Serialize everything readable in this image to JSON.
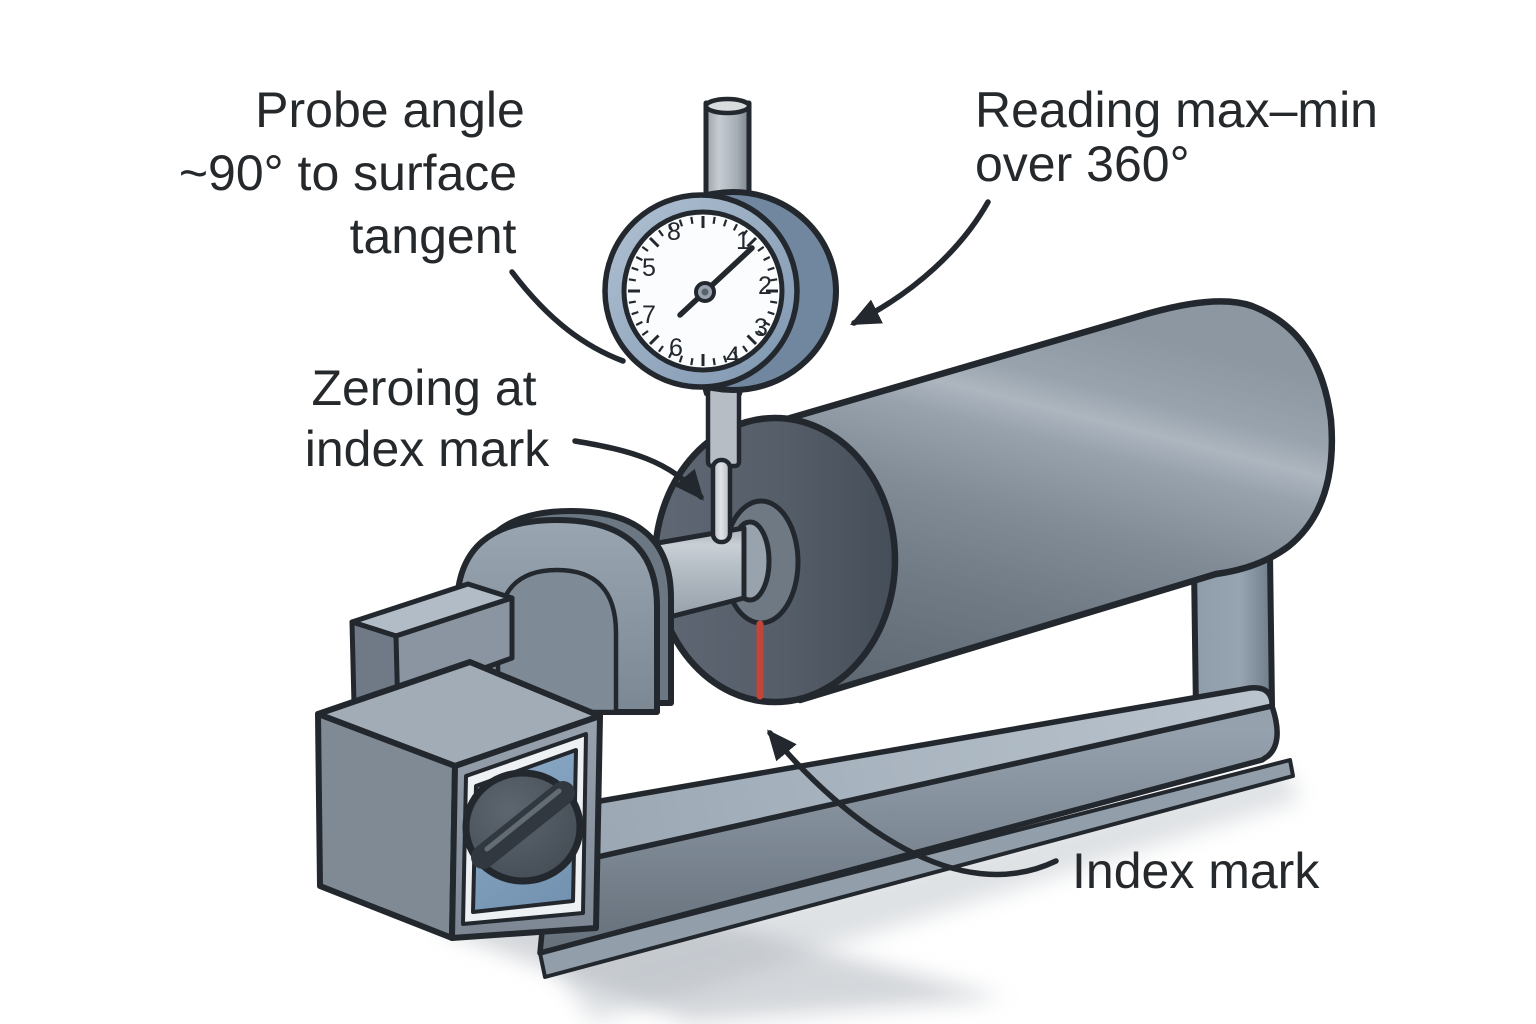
{
  "figure": {
    "type": "technical-illustration",
    "subject": "Dial indicator measuring runout of a roller on a stand with magnetic base"
  },
  "labels": {
    "probe_angle": {
      "lines": [
        "Probe angle",
        "~90° to surface",
        "tangent"
      ]
    },
    "reading": {
      "lines": [
        "Reading max–min",
        "over 360°"
      ]
    },
    "zeroing": {
      "lines": [
        "Zeroing at",
        "index mark"
      ]
    },
    "index_mark": {
      "lines": [
        "Index mark"
      ]
    }
  },
  "dial": {
    "numbers": [
      "1",
      "2",
      "3",
      "4",
      "6",
      "7",
      "5",
      "8"
    ],
    "tick_count": 40,
    "needle_direction": "upper-right toward 1"
  },
  "colors": {
    "background": "#ffffff",
    "ink": "#23282e",
    "label_text": "#26292c",
    "bezel": "#a4b6ca",
    "bezel_side": "#71879f",
    "dial_face": "#fbfcfd",
    "cylinder_mid": "#7e8994",
    "cylinder_face": "#535c67",
    "hub": "#6f7984",
    "index_mark_red": "#c2453a",
    "panel_blue": "#7e9dbc",
    "metal_light": "#b7c0c8",
    "shadow": "#aab0b8"
  }
}
